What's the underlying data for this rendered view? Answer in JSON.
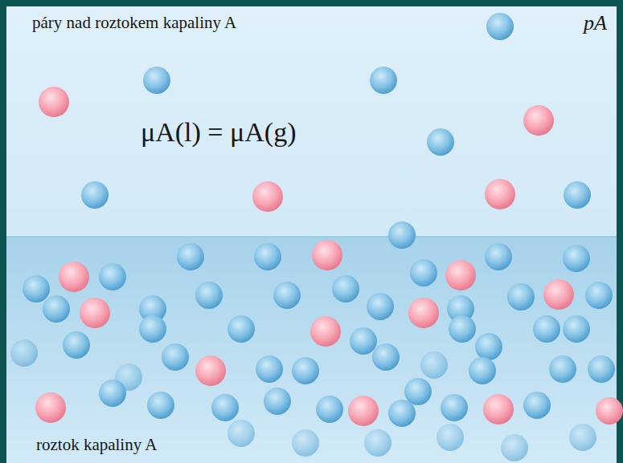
{
  "diagram": {
    "nodes": [
      {
        "text": [
          "páry nad roztokem kapaliny A",
          "pA",
          "μA(l) = μA(g)"
        ]
      },
      {
        "text": [
          "roztok kapaliny A"
        ]
      }
    ]
  }
}
